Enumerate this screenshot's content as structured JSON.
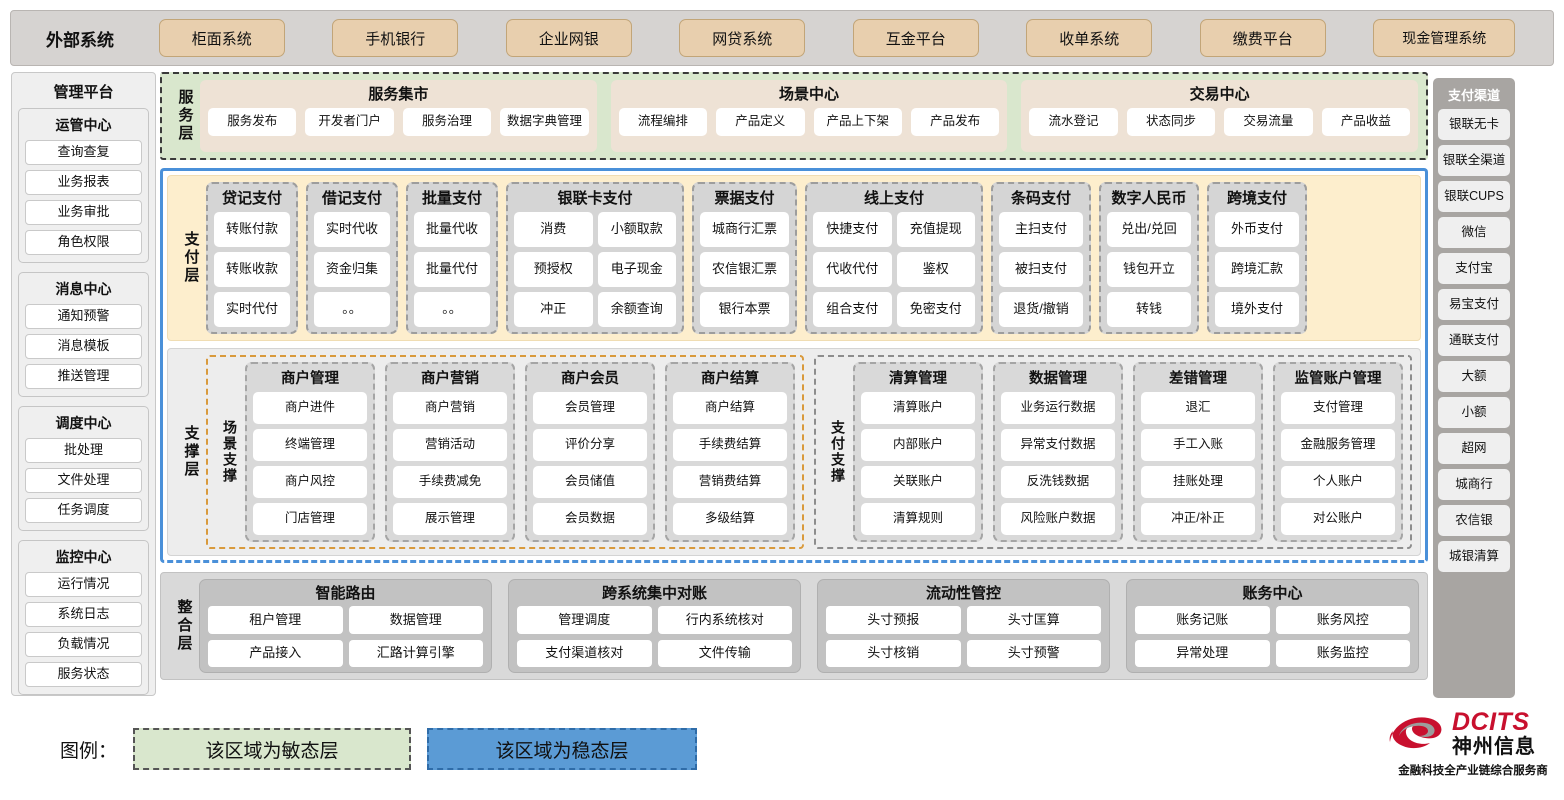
{
  "external": {
    "title": "外部系统",
    "items": [
      "柜面系统",
      "手机银行",
      "企业网银",
      "网贷系统",
      "互金平台",
      "收单系统",
      "缴费平台",
      "现金管理系统"
    ]
  },
  "management": {
    "title": "管理平台",
    "groups": [
      {
        "title": "运管中心",
        "items": [
          "查询查复",
          "业务报表",
          "业务审批",
          "角色权限"
        ]
      },
      {
        "title": "消息中心",
        "items": [
          "通知预警",
          "消息模板",
          "推送管理"
        ]
      },
      {
        "title": "调度中心",
        "items": [
          "批处理",
          "文件处理",
          "任务调度"
        ]
      },
      {
        "title": "监控中心",
        "items": [
          "运行情况",
          "系统日志",
          "负载情况",
          "服务状态"
        ]
      }
    ]
  },
  "channels": {
    "title": "支付渠道",
    "items": [
      "银联无卡",
      "银联全渠道",
      "银联CUPS",
      "微信",
      "支付宝",
      "易宝支付",
      "通联支付",
      "大额",
      "小额",
      "超网",
      "城商行",
      "农信银",
      "城银清算"
    ]
  },
  "service_layer": {
    "label": "服务层",
    "groups": [
      {
        "title": "服务集市",
        "items": [
          "服务发布",
          "开发者门户",
          "服务治理",
          "数据字典管理"
        ]
      },
      {
        "title": "场景中心",
        "items": [
          "流程编排",
          "产品定义",
          "产品上下架",
          "产品发布"
        ]
      },
      {
        "title": "交易中心",
        "items": [
          "流水登记",
          "状态同步",
          "交易流量",
          "产品收益"
        ]
      }
    ]
  },
  "payment_layer": {
    "label": "支付层",
    "groups": [
      {
        "title": "贷记支付",
        "cols": 1,
        "items": [
          "转账付款",
          "转账收款",
          "实时代付"
        ]
      },
      {
        "title": "借记支付",
        "cols": 1,
        "items": [
          "实时代收",
          "资金归集",
          "。。"
        ]
      },
      {
        "title": "批量支付",
        "cols": 1,
        "items": [
          "批量代收",
          "批量代付",
          "。。"
        ]
      },
      {
        "title": "银联卡支付",
        "cols": 2,
        "items": [
          "消费",
          "小额取款",
          "预授权",
          "电子现金",
          "冲正",
          "余额查询"
        ]
      },
      {
        "title": "票据支付",
        "cols": 1,
        "items": [
          "城商行汇票",
          "农信银汇票",
          "银行本票"
        ]
      },
      {
        "title": "线上支付",
        "cols": 2,
        "items": [
          "快捷支付",
          "充值提现",
          "代收代付",
          "鉴权",
          "组合支付",
          "免密支付"
        ]
      },
      {
        "title": "条码支付",
        "cols": 1,
        "items": [
          "主扫支付",
          "被扫支付",
          "退货/撤销"
        ]
      },
      {
        "title": "数字人民币",
        "cols": 1,
        "items": [
          "兑出/兑回",
          "钱包开立",
          "转钱"
        ]
      },
      {
        "title": "跨境支付",
        "cols": 1,
        "items": [
          "外币支付",
          "跨境汇款",
          "境外支付"
        ]
      }
    ]
  },
  "support_layer": {
    "label": "支撑层",
    "halves": [
      {
        "label": "场景支撑",
        "groups": [
          {
            "title": "商户管理",
            "items": [
              "商户进件",
              "终端管理",
              "商户风控",
              "门店管理"
            ]
          },
          {
            "title": "商户营销",
            "items": [
              "商户营销",
              "营销活动",
              "手续费减免",
              "展示管理"
            ]
          },
          {
            "title": "商户会员",
            "items": [
              "会员管理",
              "评价分享",
              "会员储值",
              "会员数据"
            ]
          },
          {
            "title": "商户结算",
            "items": [
              "商户结算",
              "手续费结算",
              "营销费结算",
              "多级结算"
            ]
          }
        ]
      },
      {
        "label": "支付支撑",
        "groups": [
          {
            "title": "清算管理",
            "items": [
              "清算账户",
              "内部账户",
              "关联账户",
              "清算规则"
            ]
          },
          {
            "title": "数据管理",
            "items": [
              "业务运行数据",
              "异常支付数据",
              "反洗钱数据",
              "风险账户数据"
            ]
          },
          {
            "title": "差错管理",
            "items": [
              "退汇",
              "手工入账",
              "挂账处理",
              "冲正/补正"
            ]
          },
          {
            "title": "监管账户管理",
            "items": [
              "支付管理",
              "金融服务管理",
              "个人账户",
              "对公账户"
            ]
          }
        ]
      }
    ]
  },
  "integration_layer": {
    "label": "整合层",
    "groups": [
      {
        "title": "智能路由",
        "items": [
          "租户管理",
          "数据管理",
          "产品接入",
          "汇路计算引擎"
        ]
      },
      {
        "title": "跨系统集中对账",
        "items": [
          "管理调度",
          "行内系统核对",
          "支付渠道核对",
          "文件传输"
        ]
      },
      {
        "title": "流动性管控",
        "items": [
          "头寸预报",
          "头寸匡算",
          "头寸核销",
          "头寸预警"
        ]
      },
      {
        "title": "账务中心",
        "items": [
          "账务记账",
          "账务风控",
          "异常处理",
          "账务监控"
        ]
      }
    ]
  },
  "legend": {
    "label": "图例：",
    "agile": "该区域为敏态层",
    "stable": "该区域为稳态层",
    "agile_color": "#d9e7cd",
    "stable_color": "#5b9bd5"
  },
  "logo": {
    "english": "DCITS",
    "chinese": "神州信息",
    "tagline": "金融科技全产业链综合服务商",
    "brand_color": "#c8102e"
  }
}
